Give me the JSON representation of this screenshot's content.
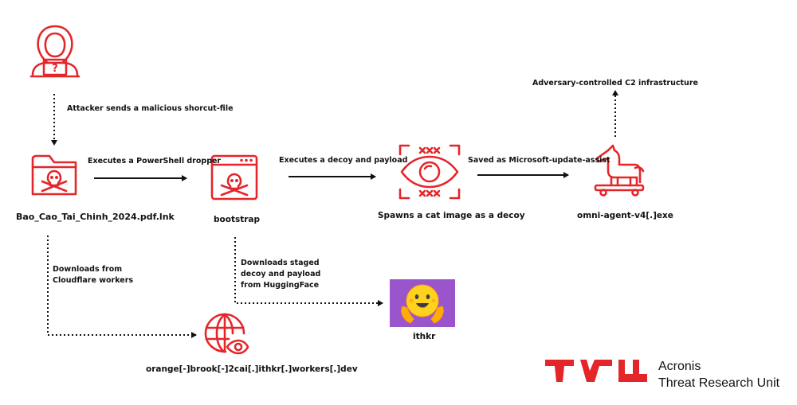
{
  "colors": {
    "accent": "#e4262b",
    "hf_bg": "#9a55cc",
    "hf_face": "#ffd21e"
  },
  "steps": {
    "send": "Attacker sends a malicious shorcut-file",
    "dropper": "Executes a PowerShell dropper",
    "decoy_payload": "Executes a decoy and payload",
    "saved": "Saved as Microsoft-update-assist",
    "c2": "Adversary-controlled C2 infrastructure",
    "cf_line1": "Downloads from",
    "cf_line2": "Cloudflare workers",
    "hf_line1": "Downloads staged",
    "hf_line2": "decoy and payload",
    "hf_line3": "from HuggingFace"
  },
  "nodes": {
    "lnk": "Bao_Cao_Tai_Chinh_2024.pdf.lnk",
    "bootstrap": "bootstrap",
    "decoy": "Spawns a cat image as a decoy",
    "agent": "omni-agent-v4[.]exe",
    "domain": "orange[-]brook[-]2cai[.]ithkr[.]workers[.]dev",
    "hf_user": "ithkr"
  },
  "brand": {
    "line1": "Acronis",
    "line2": "Threat Research Unit"
  },
  "icons": [
    "hacker-icon",
    "skull-folder-icon",
    "skull-window-icon",
    "eye-icon",
    "trojan-horse-icon",
    "globe-icon",
    "huggingface-icon",
    "tru-logo"
  ]
}
